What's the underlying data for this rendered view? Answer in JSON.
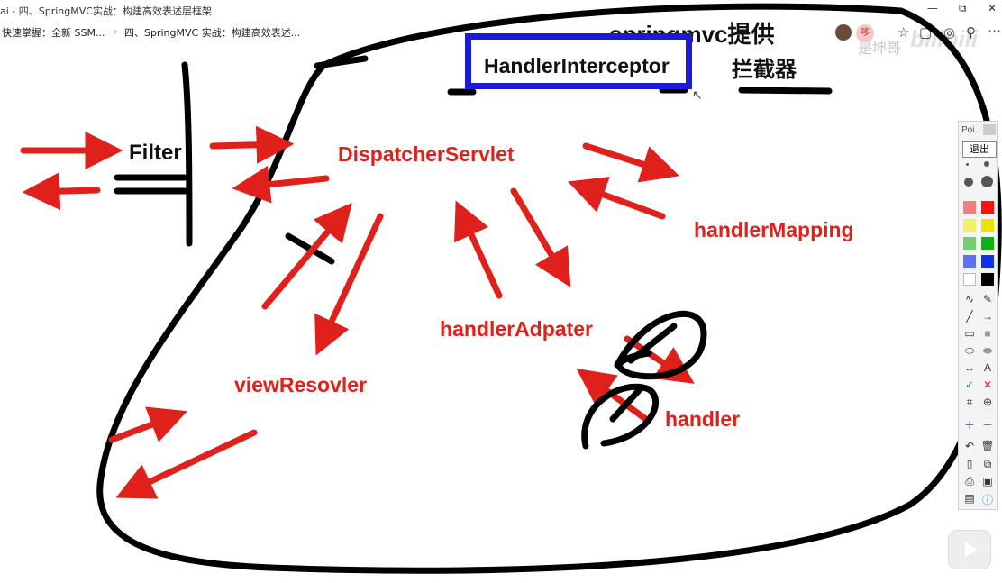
{
  "window": {
    "title": "ai - 四、SpringMVC实战：构建高效表述层框架",
    "min": "—",
    "max": "⧉",
    "close": "✕"
  },
  "bookmarks": [
    "快速掌握：全新 SSM...",
    "四、SpringMVC 实战：构建高效表述..."
  ],
  "toolbar_right": {
    "avatar_label": "哆",
    "watermark": "是坤哥",
    "brand": "bilibili"
  },
  "slide": {
    "heading_left": "springmvc提供",
    "heading_right": "拦截器",
    "box_label": "HandlerInterceptor",
    "filter": "Filter",
    "dispatcher": "DispatcherServlet",
    "handler_mapping": "handlerMapping",
    "handler_adapter": "handlerAdpater",
    "view_resolver": "viewResovler",
    "handler": "handler"
  },
  "pointer_panel": {
    "title": "Poi...",
    "exit_label": "退出",
    "colors": [
      "#f08080",
      "#ff1010",
      "#f0f060",
      "#f0e000",
      "#70d070",
      "#10b010",
      "#6070f0",
      "#1030f0",
      "#ffffff",
      "#000000"
    ],
    "tools": [
      "pen-tool",
      "highlighter-tool",
      "line-tool",
      "arrow-tool",
      "rect-tool",
      "filled-rect-tool",
      "ellipse-tool",
      "filled-ellipse-tool",
      "double-arrow-tool",
      "text-tool",
      "check-tool",
      "x-tool",
      "crop-tool",
      "zoom-tool",
      "plus-tool",
      "minus-tool",
      "undo-tool",
      "trash-tool",
      "new-page-tool",
      "copy-tool",
      "print-tool",
      "save-tool",
      "screen-tool",
      "info-tool"
    ],
    "text_tool": "A"
  }
}
